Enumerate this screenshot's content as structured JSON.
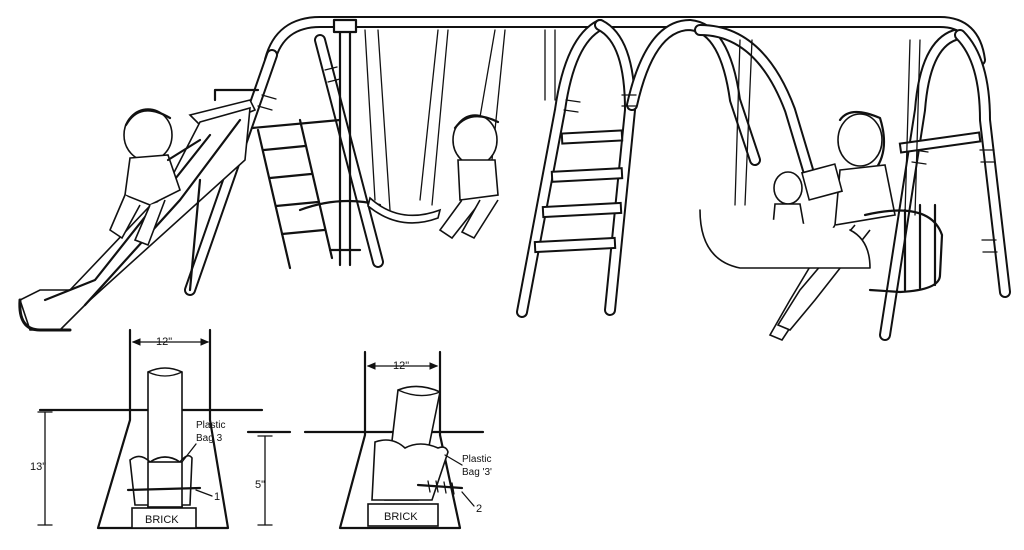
{
  "left_detail": {
    "width_label": "12\"",
    "depth_label": "13\"",
    "bag_label_line1": "Plastic",
    "bag_label_line2": "Bag 3",
    "callout_number": "1",
    "brick_label": "BRICK"
  },
  "right_detail": {
    "width_label": "12\"",
    "depth_label": "5\"",
    "bag_label_line1": "Plastic",
    "bag_label_line2": "Bag '3'",
    "callout_number": "2",
    "brick_label": "BRICK"
  },
  "colors": {
    "ink": "#111111",
    "paper": "#ffffff"
  }
}
